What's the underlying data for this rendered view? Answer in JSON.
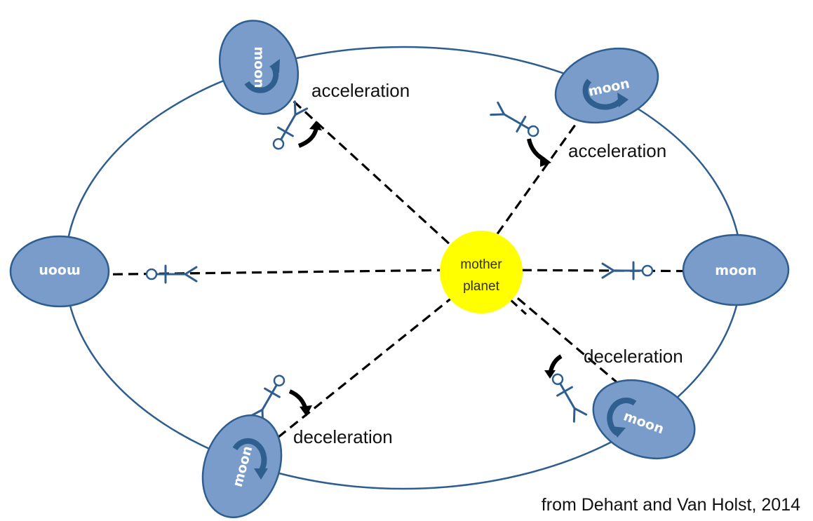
{
  "planet": {
    "label_line1": "mother",
    "label_line2": "planet",
    "color": "#ffff00"
  },
  "moons": [
    {
      "id": "top-left",
      "label": "moon"
    },
    {
      "id": "top-right",
      "label": "moon"
    },
    {
      "id": "left",
      "label": "moon"
    },
    {
      "id": "right",
      "label": "moon"
    },
    {
      "id": "bottom-left",
      "label": "moon"
    },
    {
      "id": "bottom-right",
      "label": "moon"
    }
  ],
  "labels": {
    "accel_left": "acceleration",
    "accel_right": "acceleration",
    "decel_left": "deceleration",
    "decel_right": "deceleration"
  },
  "credit": "from Dehant and Van Holst, 2014",
  "colors": {
    "moon_fill": "#7a9ccb",
    "moon_stroke": "#2e5d8f",
    "orbit": "#2e5d8f"
  }
}
